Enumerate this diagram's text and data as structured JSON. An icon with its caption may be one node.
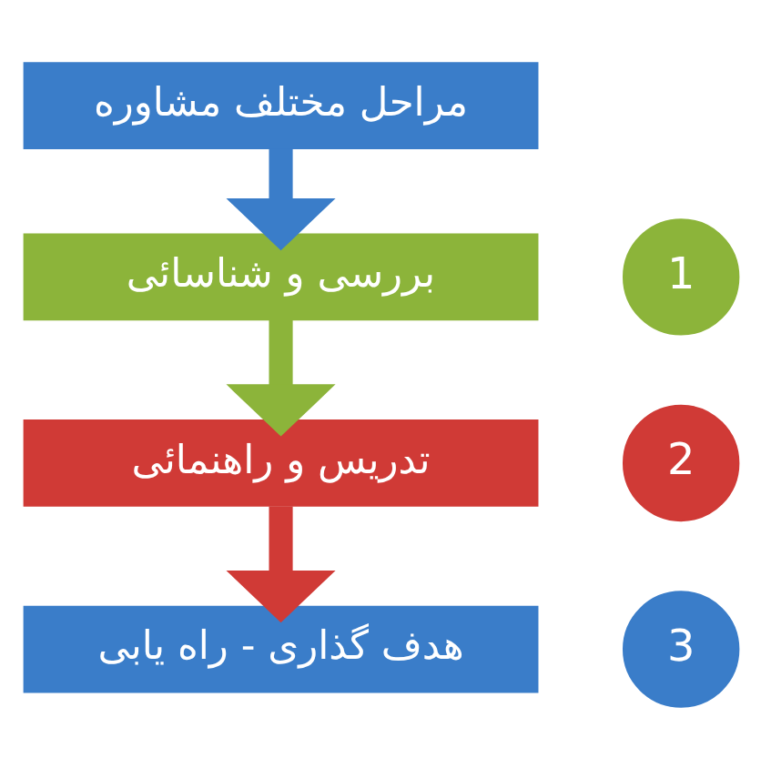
{
  "diagram": {
    "nodes": [
      {
        "text": [
          "مراحل مختلف مشاوره"
        ]
      },
      {
        "text": [
          "بررسی و شناسائی"
        ]
      },
      {
        "text": [
          "1"
        ]
      },
      {
        "text": [
          "تدریس و راهنمائی"
        ]
      },
      {
        "text": [
          "2"
        ]
      },
      {
        "text": [
          "هدف گذاری - راه یابی"
        ]
      },
      {
        "text": [
          "3"
        ]
      }
    ],
    "edges": [
      {
        "from": 0,
        "to": 1,
        "arrow": "to",
        "color": "#3a7dc9"
      },
      {
        "from": 1,
        "to": 3,
        "arrow": "to",
        "color": "#8cb43a"
      },
      {
        "from": 3,
        "to": 5,
        "arrow": "to",
        "color": "#d03a36"
      }
    ]
  }
}
